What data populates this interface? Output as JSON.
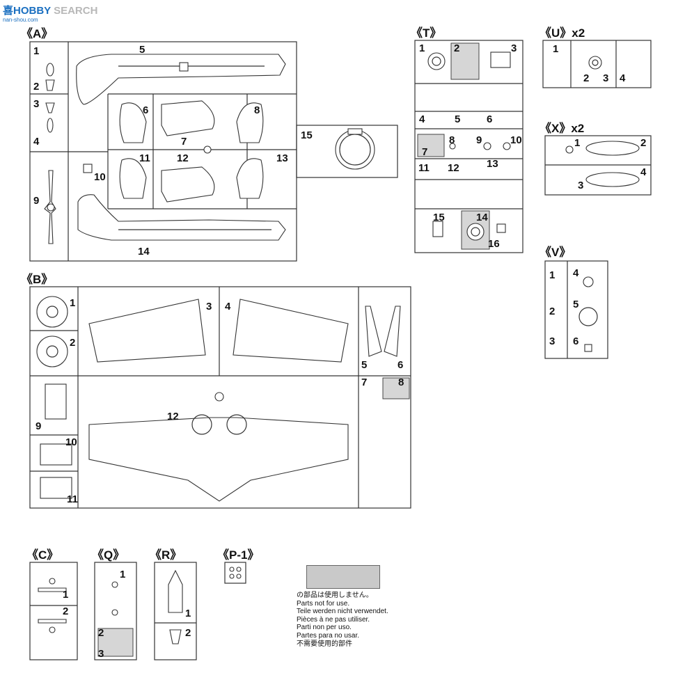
{
  "watermark": {
    "logo": "喜HOBBY",
    "text": "SEARCH",
    "url": "nan-shou.com"
  },
  "sprues": {
    "A": {
      "label": "《A》",
      "parts": [
        "1",
        "2",
        "3",
        "4",
        "5",
        "6",
        "7",
        "8",
        "9",
        "10",
        "11",
        "12",
        "13",
        "14",
        "15"
      ]
    },
    "B": {
      "label": "《B》",
      "parts": [
        "1",
        "2",
        "3",
        "4",
        "5",
        "6",
        "7",
        "8",
        "9",
        "10",
        "11",
        "12"
      ]
    },
    "T": {
      "label": "《T》",
      "parts": [
        "1",
        "2",
        "3",
        "4",
        "5",
        "6",
        "7",
        "8",
        "9",
        "10",
        "11",
        "12",
        "13",
        "14",
        "15",
        "16"
      ]
    },
    "U": {
      "label": "《U》x2",
      "parts": [
        "1",
        "2",
        "3",
        "4"
      ]
    },
    "X": {
      "label": "《X》x2",
      "parts": [
        "1",
        "2",
        "3",
        "4"
      ]
    },
    "V": {
      "label": "《V》",
      "parts": [
        "1",
        "2",
        "3",
        "4",
        "5",
        "6"
      ]
    },
    "C": {
      "label": "《C》",
      "parts": [
        "1",
        "2"
      ]
    },
    "Q": {
      "label": "《Q》",
      "parts": [
        "1",
        "2",
        "3"
      ]
    },
    "R": {
      "label": "《R》",
      "parts": [
        "1",
        "2"
      ]
    },
    "P": {
      "label": "《P-1》",
      "parts": []
    }
  },
  "legend": {
    "lines": [
      "の部品は使用しません。",
      "Parts not for use.",
      "Teile werden nicht verwendet.",
      "Pièces à ne pas utiliser.",
      "Parti non per uso.",
      "Partes para no usar.",
      "不需要使用的部件"
    ],
    "swatch_color": "#c9c9c9"
  }
}
